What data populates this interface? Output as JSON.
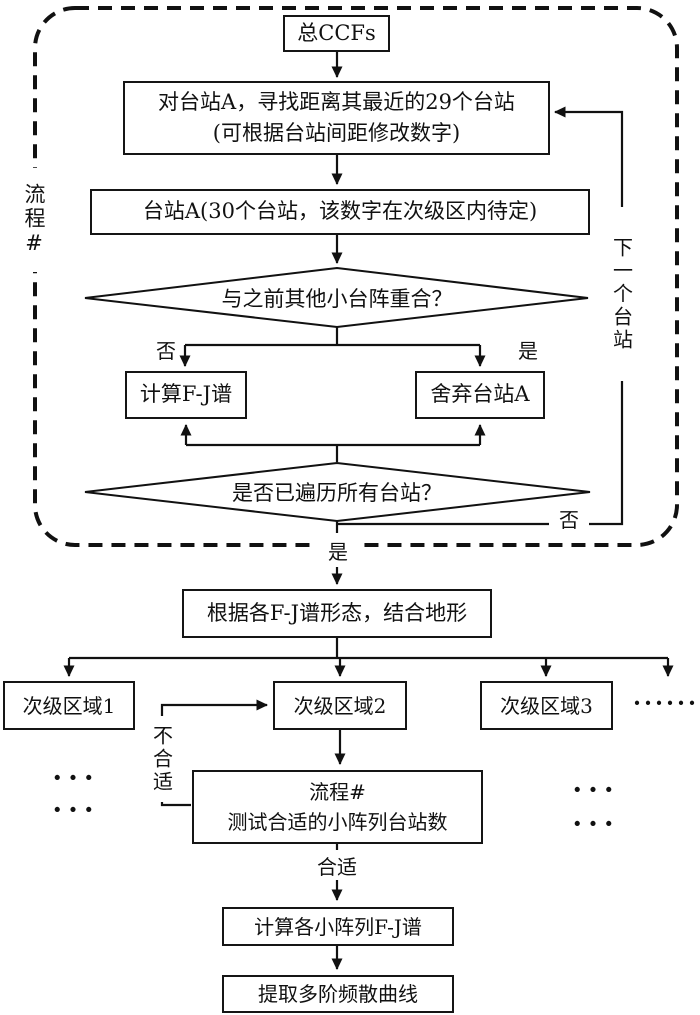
{
  "flowchart": {
    "region_label": "流程#",
    "next_station_label": "下一个台站",
    "nodes": {
      "start": "总CCFs",
      "find_line1": "对台站A，寻找距离其最近的29个台站",
      "find_line2": "(可根据台站间距修改数字)",
      "station_a": "台站A(30个台站，该数字在次级区内待定)",
      "overlap_q": "与之前其他小台阵重合？",
      "compute_fj": "计算F-J谱",
      "discard_a": "舍弃台站A",
      "all_visited_q": "是否已遍历所有台站？",
      "shape_terrain": "根据各F-J谱形态，结合地形",
      "region1": "次级区域1",
      "region2": "次级区域2",
      "region3": "次级区域3",
      "test_line1": "流程#",
      "test_line2": "测试合适的小阵列台站数",
      "compute_subarrays": "计算各小阵列F-J谱",
      "extract_dispersion": "提取多阶频散曲线"
    },
    "labels": {
      "no_overlap": "否",
      "yes_overlap": "是",
      "no_visited": "否",
      "yes_visited": "是",
      "not_suitable": "不合适",
      "suitable": "合适"
    },
    "ellipsis": {
      "regions_more": "······",
      "left_top": "···",
      "left_bottom": "···",
      "right_top": "···",
      "right_bottom": "···"
    },
    "colors": {
      "ink": "#111111",
      "background": "#ffffff"
    }
  }
}
